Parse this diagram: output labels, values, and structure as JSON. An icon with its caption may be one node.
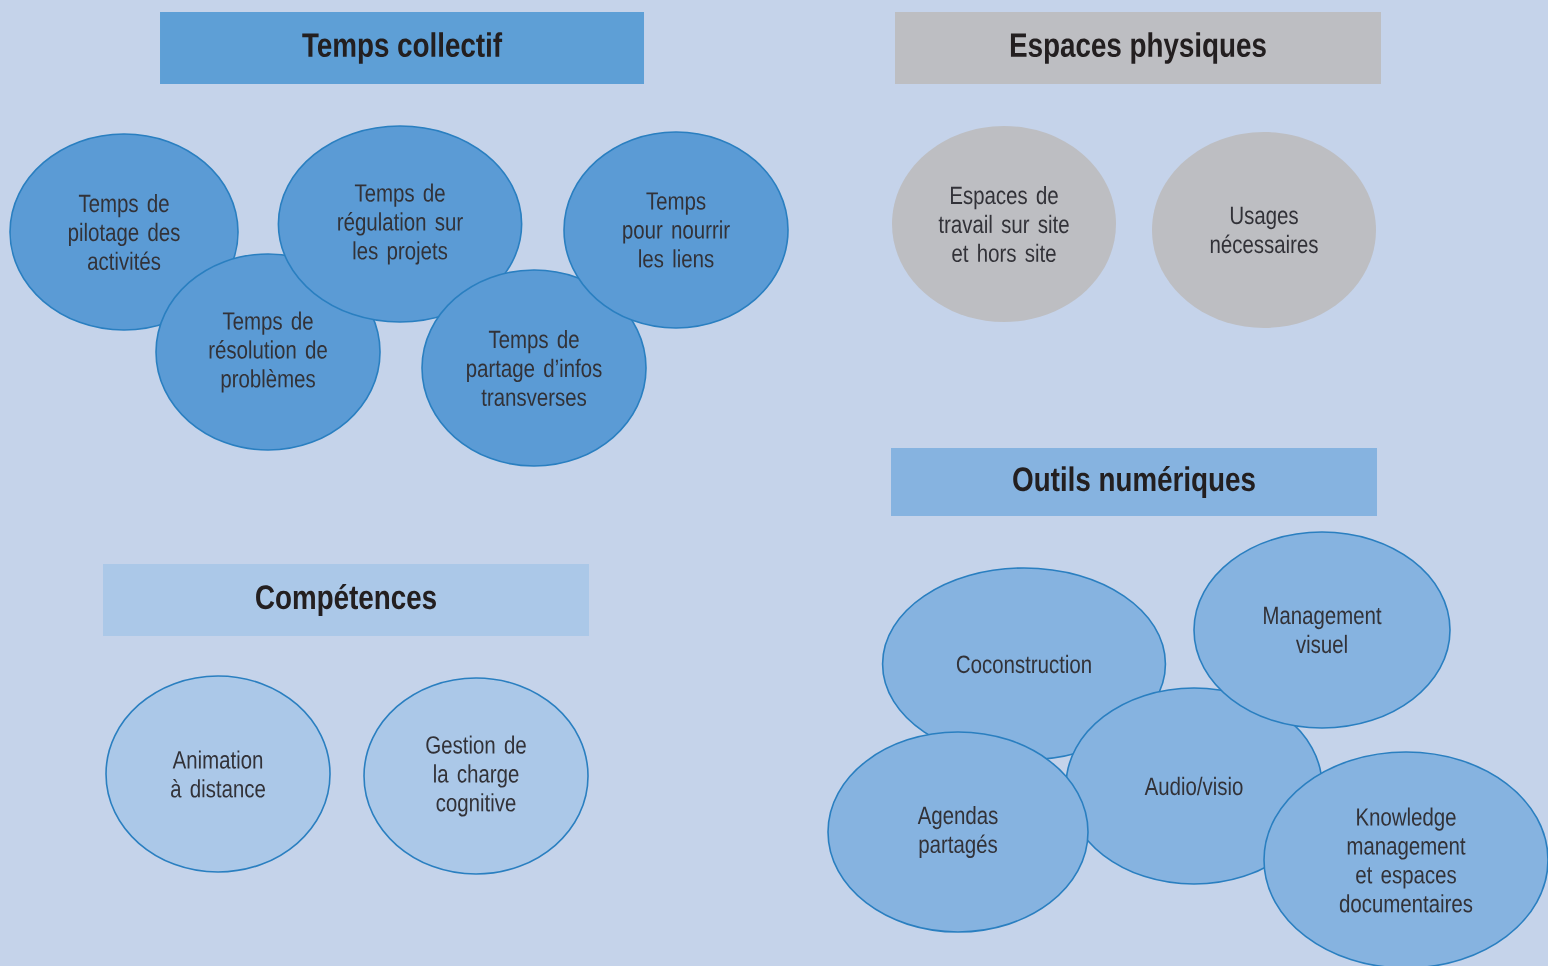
{
  "diagram": {
    "nodes": [
      {
        "text": [
          "Temps collectif"
        ]
      },
      {
        "text": [
          "Temps de pilotage des activités"
        ]
      },
      {
        "text": [
          "Temps de résolution de problèmes"
        ]
      },
      {
        "text": [
          "Temps de régulation sur les projets"
        ]
      },
      {
        "text": [
          "Temps de partage d’infos transverses"
        ]
      },
      {
        "text": [
          "Temps pour nourrir les liens"
        ]
      },
      {
        "text": [
          "Espaces physiques"
        ]
      },
      {
        "text": [
          "Espaces de travail sur site et hors site"
        ]
      },
      {
        "text": [
          "Usages nécessaires"
        ]
      },
      {
        "text": [
          "Compétences"
        ]
      },
      {
        "text": [
          "Animation à distance"
        ]
      },
      {
        "text": [
          "Gestion de la charge cognitive"
        ]
      },
      {
        "text": [
          "Outils numériques"
        ]
      },
      {
        "text": [
          "Coconstruction"
        ]
      },
      {
        "text": [
          "Management visuel"
        ]
      },
      {
        "text": [
          "Audio/visio"
        ]
      },
      {
        "text": [
          "Agendas partagés"
        ]
      },
      {
        "text": [
          "Knowledge management et espaces documentaires"
        ]
      }
    ]
  }
}
